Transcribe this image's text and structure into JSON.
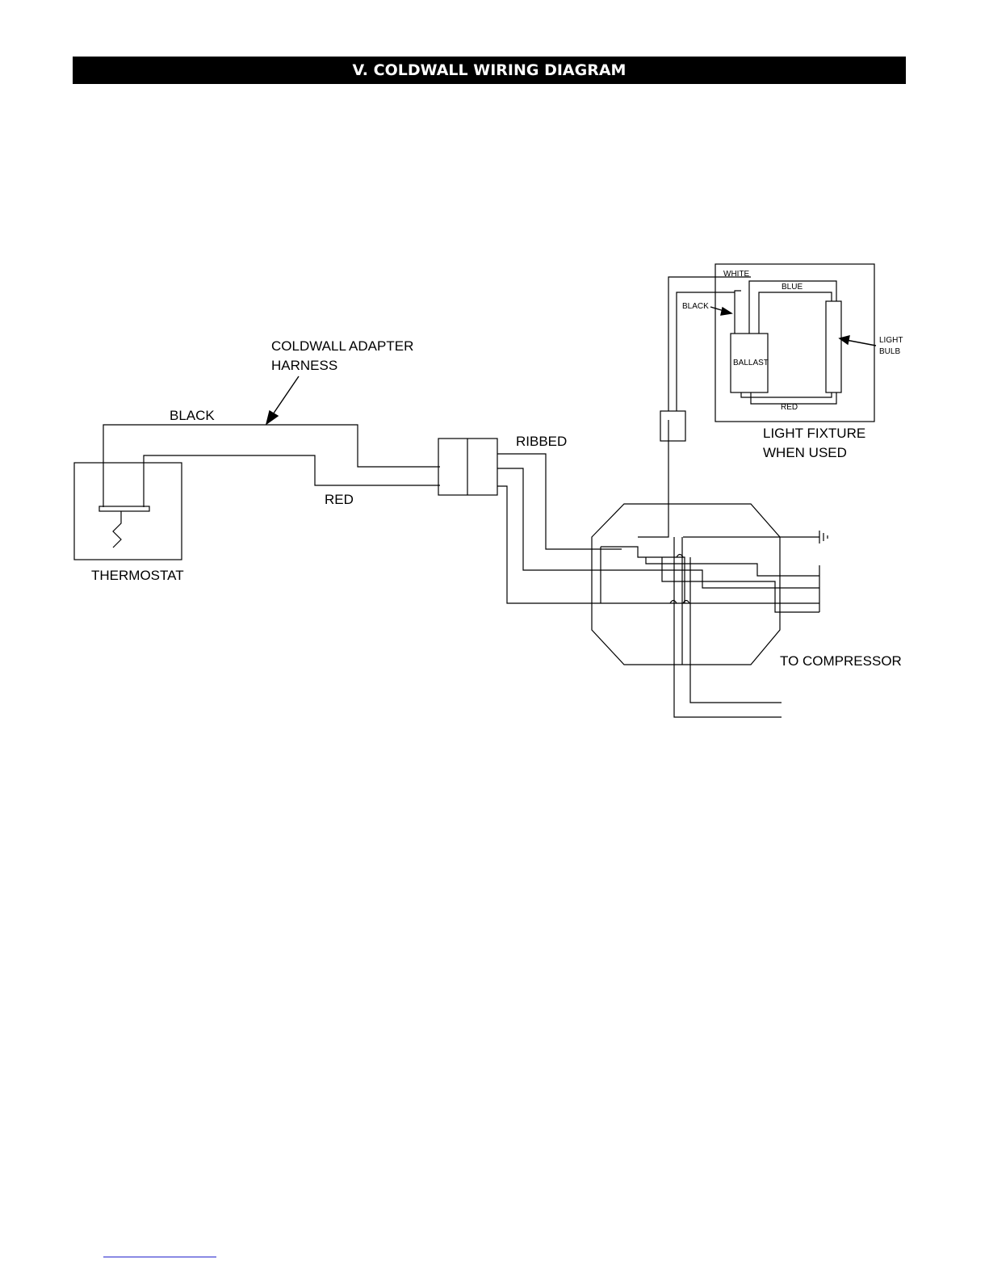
{
  "header": {
    "title": "V. COLDWALL WIRING DIAGRAM"
  },
  "diagram": {
    "labels": {
      "harness_line1": "COLDWALL ADAPTER",
      "harness_line2": "HARNESS",
      "black_wire": "BLACK",
      "red_wire": "RED",
      "ribbed_wire": "RIBBED",
      "thermostat": "THERMOSTAT",
      "to_compressor": "TO COMPRESSOR",
      "light_fixture_line1": "LIGHT FIXTURE",
      "light_fixture_line2": "WHEN USED",
      "white_wire": "WHITE",
      "blue_wire": "BLUE",
      "fixture_black_wire": "BLACK",
      "fixture_red_wire": "RED",
      "ballast": "BALLAST",
      "light_bulb_line1": "LIGHT",
      "light_bulb_line2": "BULB"
    }
  }
}
